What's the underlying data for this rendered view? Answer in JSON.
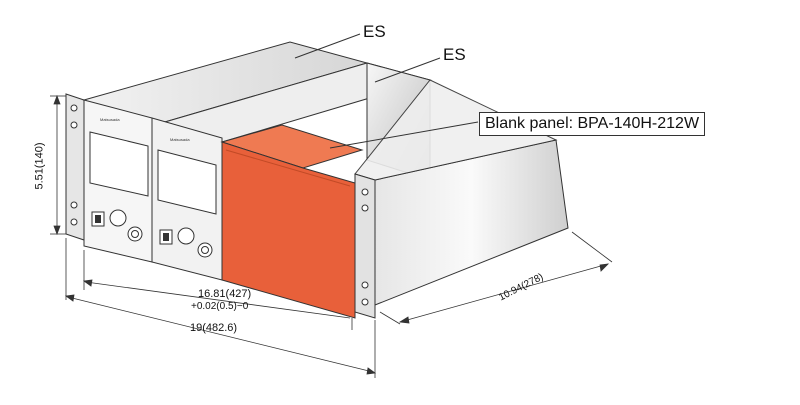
{
  "callouts": {
    "es_1": "ES",
    "es_2": "ES",
    "blank_panel": "Blank panel: BPA-140H-212W"
  },
  "dimensions": {
    "height": "5.51(140)",
    "depth": "10.94(278)",
    "inner_width": "16.81(427)",
    "inner_tolerance": "+0.02(0.5)−0",
    "outer_width": "19(482.6)"
  },
  "colors": {
    "blank_panel": "#e8603a",
    "rack_metal": "#d9d9d9",
    "unit_face": "#f4f4f4",
    "outline": "#333333"
  }
}
